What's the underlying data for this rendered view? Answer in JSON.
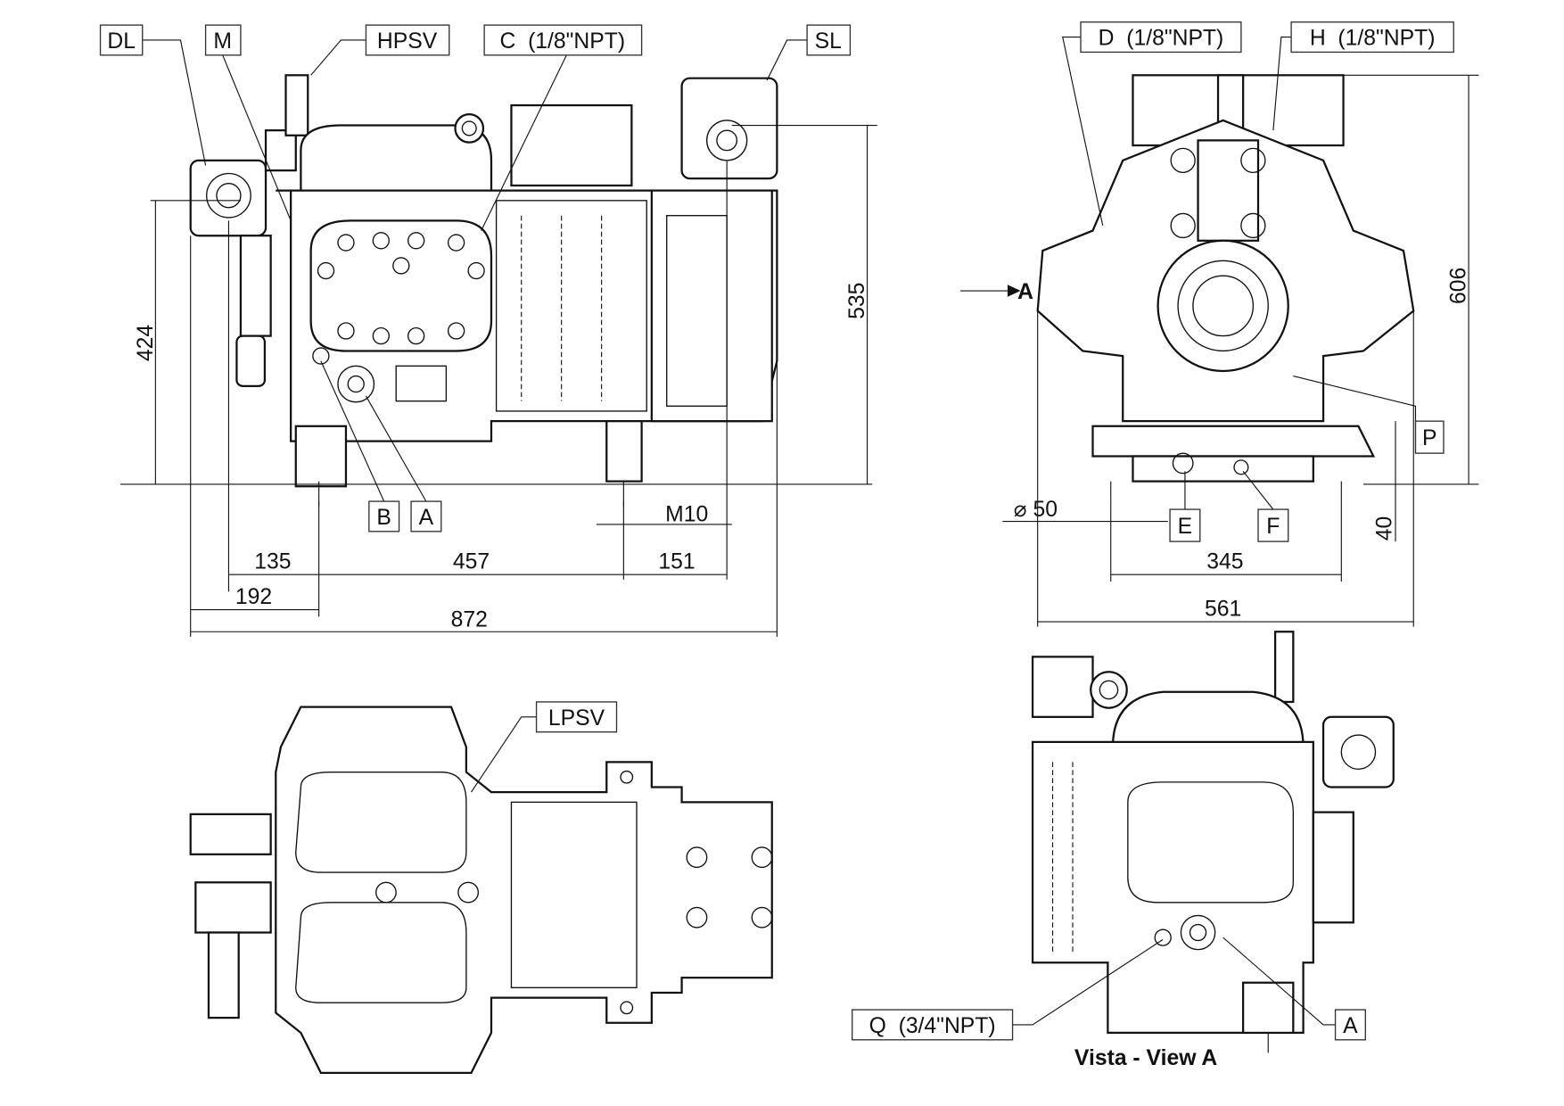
{
  "labels": {
    "dl": "DL",
    "m": "M",
    "hpsv": "HPSV",
    "c": "C  (1/8\"NPT)",
    "sl": "SL",
    "d": "D  (1/8\"NPT)",
    "h": "H  (1/8\"NPT)",
    "b": "B",
    "a_front": "A",
    "e": "E",
    "f": "F",
    "p": "P",
    "lpsv": "LPSV",
    "q": "Q  (3/4\"NPT)",
    "a_view": "A",
    "view_arrow": "A"
  },
  "dimensions": {
    "h424": "424",
    "h535": "535",
    "w135": "135",
    "w457": "457",
    "w151": "151",
    "w192": "192",
    "w872": "872",
    "m10": "M10",
    "d50": "⌀ 50",
    "w345": "345",
    "w561": "561",
    "h606": "606",
    "h40": "40"
  },
  "caption": "Vista - View A"
}
